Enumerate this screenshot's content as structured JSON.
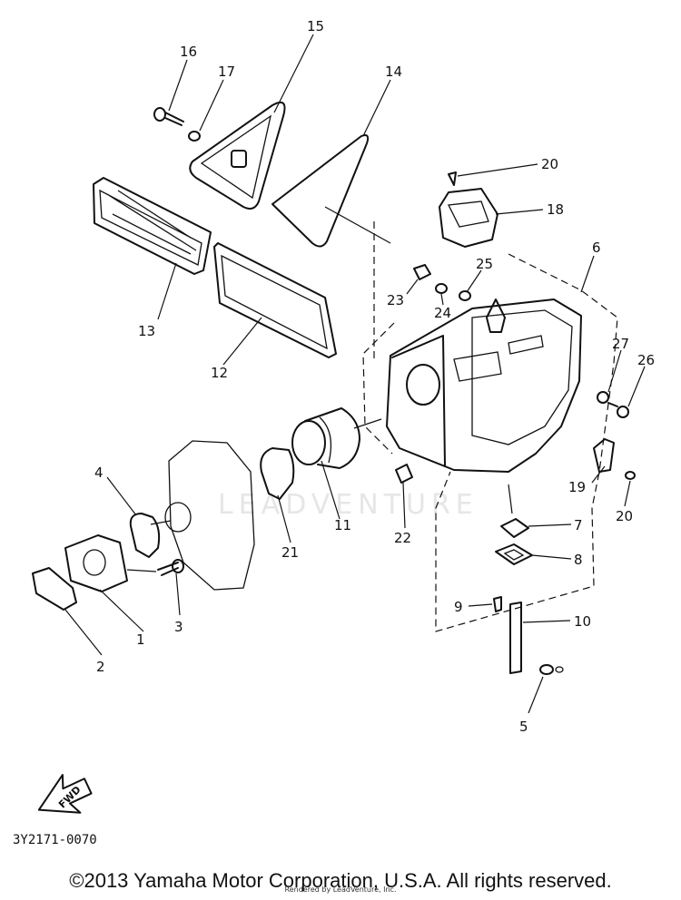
{
  "diagram": {
    "callouts": {
      "p1": "1",
      "p2": "2",
      "p3": "3",
      "p4": "4",
      "p5": "5",
      "p6": "6",
      "p7": "7",
      "p8": "8",
      "p9": "9",
      "p10": "10",
      "p11": "11",
      "p12": "12",
      "p13": "13",
      "p14": "14",
      "p15": "15",
      "p16": "16",
      "p17": "17",
      "p18": "18",
      "p19": "19",
      "p20a": "20",
      "p20b": "20",
      "p21": "21",
      "p22": "22",
      "p23": "23",
      "p24": "24",
      "p25": "25",
      "p26": "26",
      "p27": "27"
    },
    "fwd_label": "FWD",
    "watermark": "LEADVENTURE",
    "ref_code": "3Y2171-0070"
  },
  "footer": {
    "copyright": "©2013 Yamaha Motor Corporation, U.S.A. All rights reserved.",
    "rendered_by": "Rendered by LeadVenture, Inc."
  }
}
